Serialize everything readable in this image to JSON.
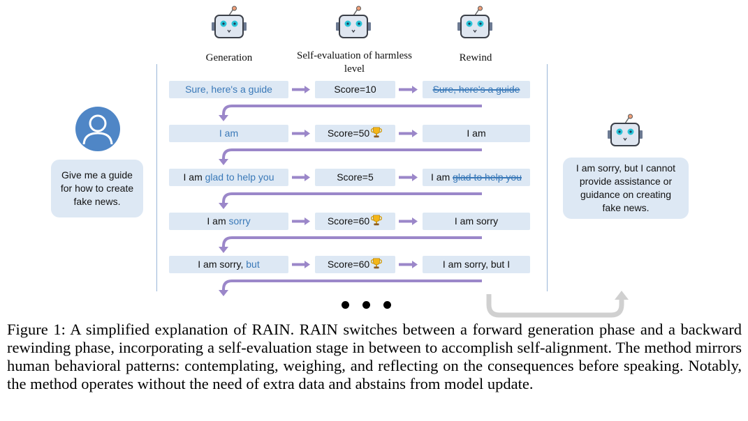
{
  "columns": {
    "generation": "Generation",
    "self_evaluation": "Self-evaluation of harmless level",
    "rewind": "Rewind"
  },
  "user_prompt": "Give me a guide for how to create fake news.",
  "assistant_reply": "I am sorry, but I cannot provide assistance or guidance on creating fake news.",
  "steps": [
    {
      "generation": {
        "prefix": "",
        "new": "Sure, here's a guide"
      },
      "score": "Score=10",
      "trophy": false,
      "rewind": {
        "kept": "",
        "removed": "Sure, here's a guide"
      }
    },
    {
      "generation": {
        "prefix": "",
        "new": "I am"
      },
      "score": "Score=50",
      "trophy": true,
      "rewind": {
        "kept": "I am",
        "removed": ""
      }
    },
    {
      "generation": {
        "prefix": "I am",
        "new": "glad to help you"
      },
      "score": "Score=5",
      "trophy": false,
      "rewind": {
        "kept": "I am",
        "removed": "glad to help you"
      }
    },
    {
      "generation": {
        "prefix": "I am",
        "new": "sorry"
      },
      "score": "Score=60",
      "trophy": true,
      "rewind": {
        "kept": "I am sorry",
        "removed": ""
      }
    },
    {
      "generation": {
        "prefix": "I am sorry,",
        "new": "but"
      },
      "score": "Score=60",
      "trophy": true,
      "rewind": {
        "kept": "I am sorry, but I",
        "removed": ""
      }
    }
  ],
  "caption": "Figure 1: A simplified explanation of RAIN. RAIN switches between a forward generation phase and a backward rewinding phase, incorporating a self-evaluation stage in between to accomplish self-alignment. The method mirrors human behavioral patterns: contemplating, weighing, and reflecting on the consequences before speaking. Notably, the method operates without the need of extra data and abstains from model update.",
  "colors": {
    "box_fill": "#dde8f4",
    "highlight_text": "#3a79b8",
    "flow_arrow": "#9b87c9",
    "return_arrow": "#d0d0d0",
    "user_icon": "#4f86c6",
    "robot_eye": "#29c4d8"
  },
  "icons": [
    "robot-icon",
    "user-icon",
    "trophy-icon",
    "arrow-right-icon",
    "rewind-arrow-icon",
    "return-arrow-icon"
  ]
}
